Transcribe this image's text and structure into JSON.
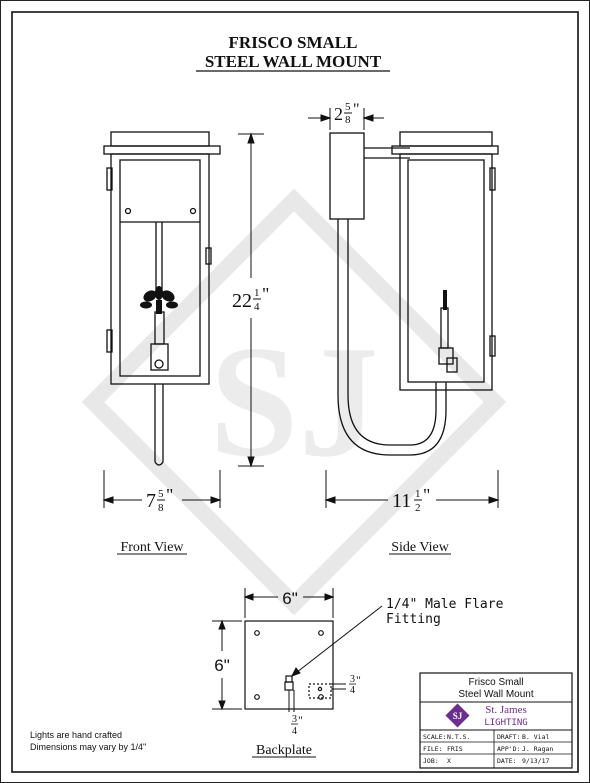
{
  "title": {
    "line1": "FRISCO SMALL",
    "line2": "STEEL WALL MOUNT"
  },
  "views": {
    "front": {
      "label": "Front View",
      "height_dim": {
        "whole": "22",
        "num": "1",
        "den": "4",
        "unit": "\""
      },
      "width_dim": {
        "whole": "7",
        "num": "5",
        "den": "8",
        "unit": "\""
      }
    },
    "side": {
      "label": "Side View",
      "top_dim": {
        "whole": "2",
        "num": "5",
        "den": "8",
        "unit": "\""
      },
      "width_dim": {
        "whole": "11",
        "num": "1",
        "den": "2",
        "unit": "\""
      }
    },
    "backplate": {
      "label": "Backplate",
      "width_dim": "6\"",
      "height_dim": "6\"",
      "fitting_note_line1": "1/4\" Male Flare",
      "fitting_note_line2": "Fitting",
      "offset_right": {
        "num": "3",
        "den": "4",
        "unit": "\""
      },
      "offset_bottom": {
        "num": "3",
        "den": "4",
        "unit": "\""
      }
    }
  },
  "notes": {
    "line1": "Lights are hand crafted",
    "line2": "Dimensions may vary by 1/4\""
  },
  "title_block": {
    "product_line1": "Frisco Small",
    "product_line2": "Steel Wall Mount",
    "company_name": "St. James",
    "company_sub": "LIGHTING",
    "logo_text": "SJ",
    "logo_color": "#6b2d8f",
    "scale_label": "SCALE:",
    "scale_value": "N.T.S.",
    "draft_label": "DRAFT:",
    "draft_value": "B. Vial",
    "file_label": "FILE:",
    "file_value": "FRIS",
    "appd_label": "APP'D:",
    "appd_value": "J. Ragan",
    "job_label": "JOB:",
    "job_value": "X",
    "date_label": "DATE:",
    "date_value": "9/13/17"
  },
  "watermark": {
    "text": "SJ",
    "color": "#e6e6e6"
  }
}
